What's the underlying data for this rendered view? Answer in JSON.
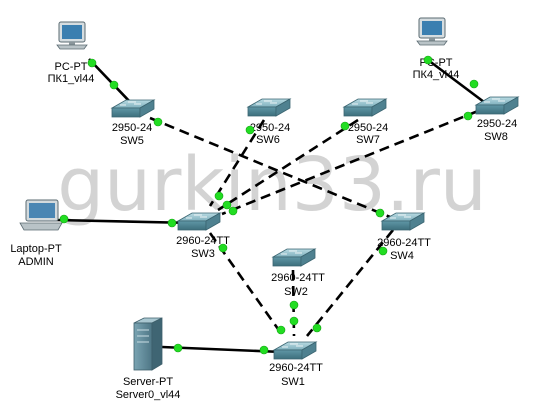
{
  "watermark": "gurkin33.ru",
  "devices": {
    "pc1": {
      "type": "PC-PT",
      "name": "ПК1_vl44",
      "icon": "pc-icon"
    },
    "pc4": {
      "type": "PC-PT",
      "name": "ПК4_vl44",
      "icon": "pc-icon"
    },
    "sw5": {
      "type": "2950-24",
      "name": "SW5",
      "icon": "switch-icon"
    },
    "sw6": {
      "type": "2950-24",
      "name": "SW6",
      "icon": "switch-icon"
    },
    "sw7": {
      "type": "2950-24",
      "name": "SW7",
      "icon": "switch-icon"
    },
    "sw8": {
      "type": "2950-24",
      "name": "SW8",
      "icon": "switch-icon"
    },
    "laptop": {
      "type": "Laptop-PT",
      "name": "ADMIN",
      "icon": "laptop-icon"
    },
    "sw3": {
      "type": "2960-24TT",
      "name": "SW3",
      "icon": "switch-icon"
    },
    "sw4": {
      "type": "2960-24TT",
      "name": "SW4",
      "icon": "switch-icon"
    },
    "sw2": {
      "type": "2960-24TT",
      "name": "SW2",
      "icon": "switch-icon"
    },
    "sw1": {
      "type": "2960-24TT",
      "name": "SW1",
      "icon": "switch-icon"
    },
    "server": {
      "type": "Server-PT",
      "name": "Server0_vl44",
      "icon": "server-icon"
    }
  },
  "links": [
    {
      "from": "pc1",
      "to": "sw5",
      "style": "solid"
    },
    {
      "from": "pc4",
      "to": "sw8",
      "style": "solid"
    },
    {
      "from": "laptop",
      "to": "sw3",
      "style": "solid"
    },
    {
      "from": "server",
      "to": "sw1",
      "style": "solid"
    },
    {
      "from": "sw5",
      "to": "sw4",
      "style": "dashed"
    },
    {
      "from": "sw6",
      "to": "sw3",
      "style": "dashed"
    },
    {
      "from": "sw7",
      "to": "sw3",
      "style": "dashed"
    },
    {
      "from": "sw8",
      "to": "sw3",
      "style": "dashed"
    },
    {
      "from": "sw3",
      "to": "sw1",
      "style": "dashed"
    },
    {
      "from": "sw4",
      "to": "sw1",
      "style": "dashed"
    },
    {
      "from": "sw2",
      "to": "sw1",
      "style": "dashed"
    }
  ],
  "colors": {
    "link": "#000000",
    "port_up": "#22dd22",
    "switch_top": "#8fbcc7",
    "switch_side": "#4e8594",
    "watermark": "#bdbdbd"
  }
}
